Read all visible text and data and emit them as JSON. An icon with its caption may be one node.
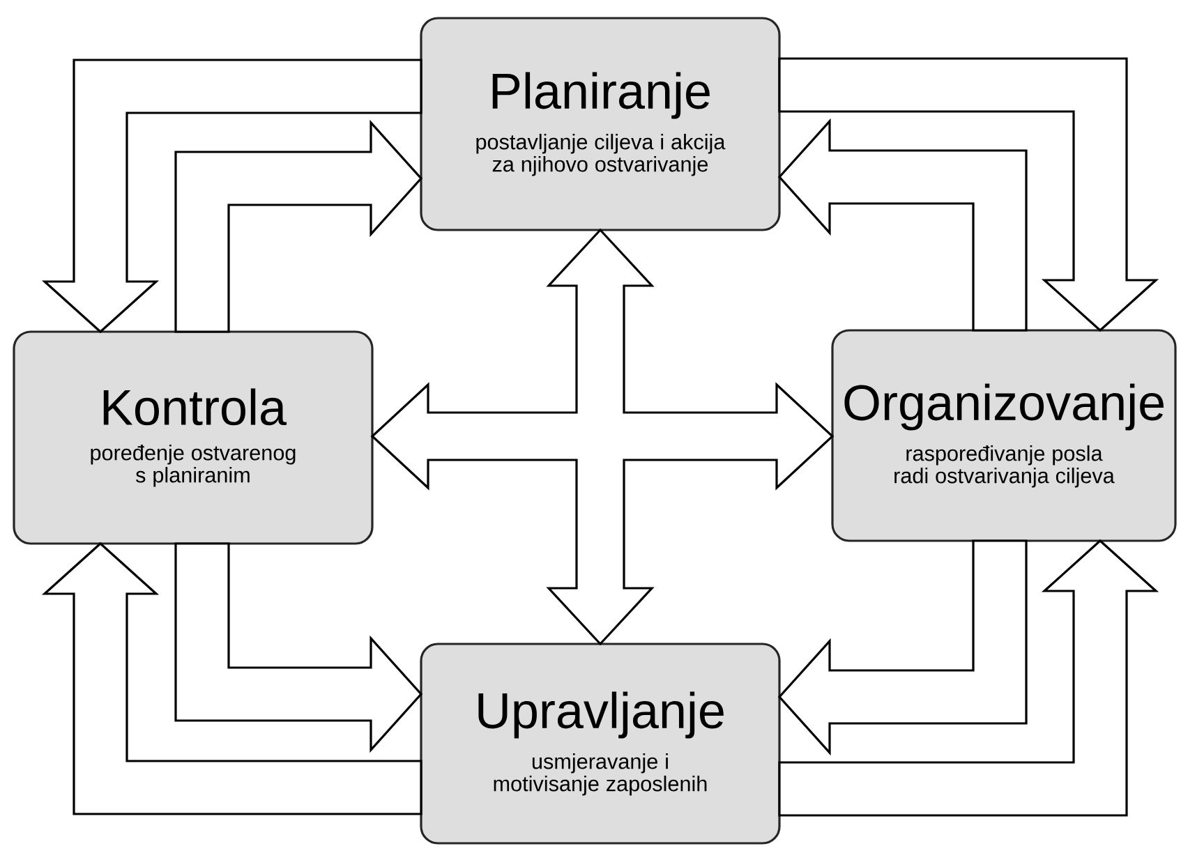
{
  "diagram": {
    "nodes": [
      {
        "text": [
          "Planiranje",
          "postavljanje ciljeva i akcija za njihovo ostvarivanje"
        ]
      },
      {
        "text": [
          "Kontrola",
          "poređenje ostvarenog s planiranim"
        ]
      },
      {
        "text": [
          "Organizovanje",
          "raspoređivanje posla radi ostvarivanja ciljeva"
        ]
      },
      {
        "text": [
          "Upravljanje",
          "usmjeravanje i motivisanje zaposlenih"
        ]
      }
    ],
    "edges": [
      {
        "from": 0,
        "to": 1,
        "arrow": "to"
      },
      {
        "from": 1,
        "to": 0,
        "arrow": "to"
      },
      {
        "from": 0,
        "to": 2,
        "arrow": "to"
      },
      {
        "from": 2,
        "to": 0,
        "arrow": "to"
      },
      {
        "from": 1,
        "to": 3,
        "arrow": "to"
      },
      {
        "from": 3,
        "to": 1,
        "arrow": "to"
      },
      {
        "from": 2,
        "to": 3,
        "arrow": "to"
      },
      {
        "from": 3,
        "to": 2,
        "arrow": "to"
      },
      {
        "from": 0,
        "to": 3,
        "arrow": "both"
      },
      {
        "from": 1,
        "to": 2,
        "arrow": "both"
      }
    ]
  }
}
